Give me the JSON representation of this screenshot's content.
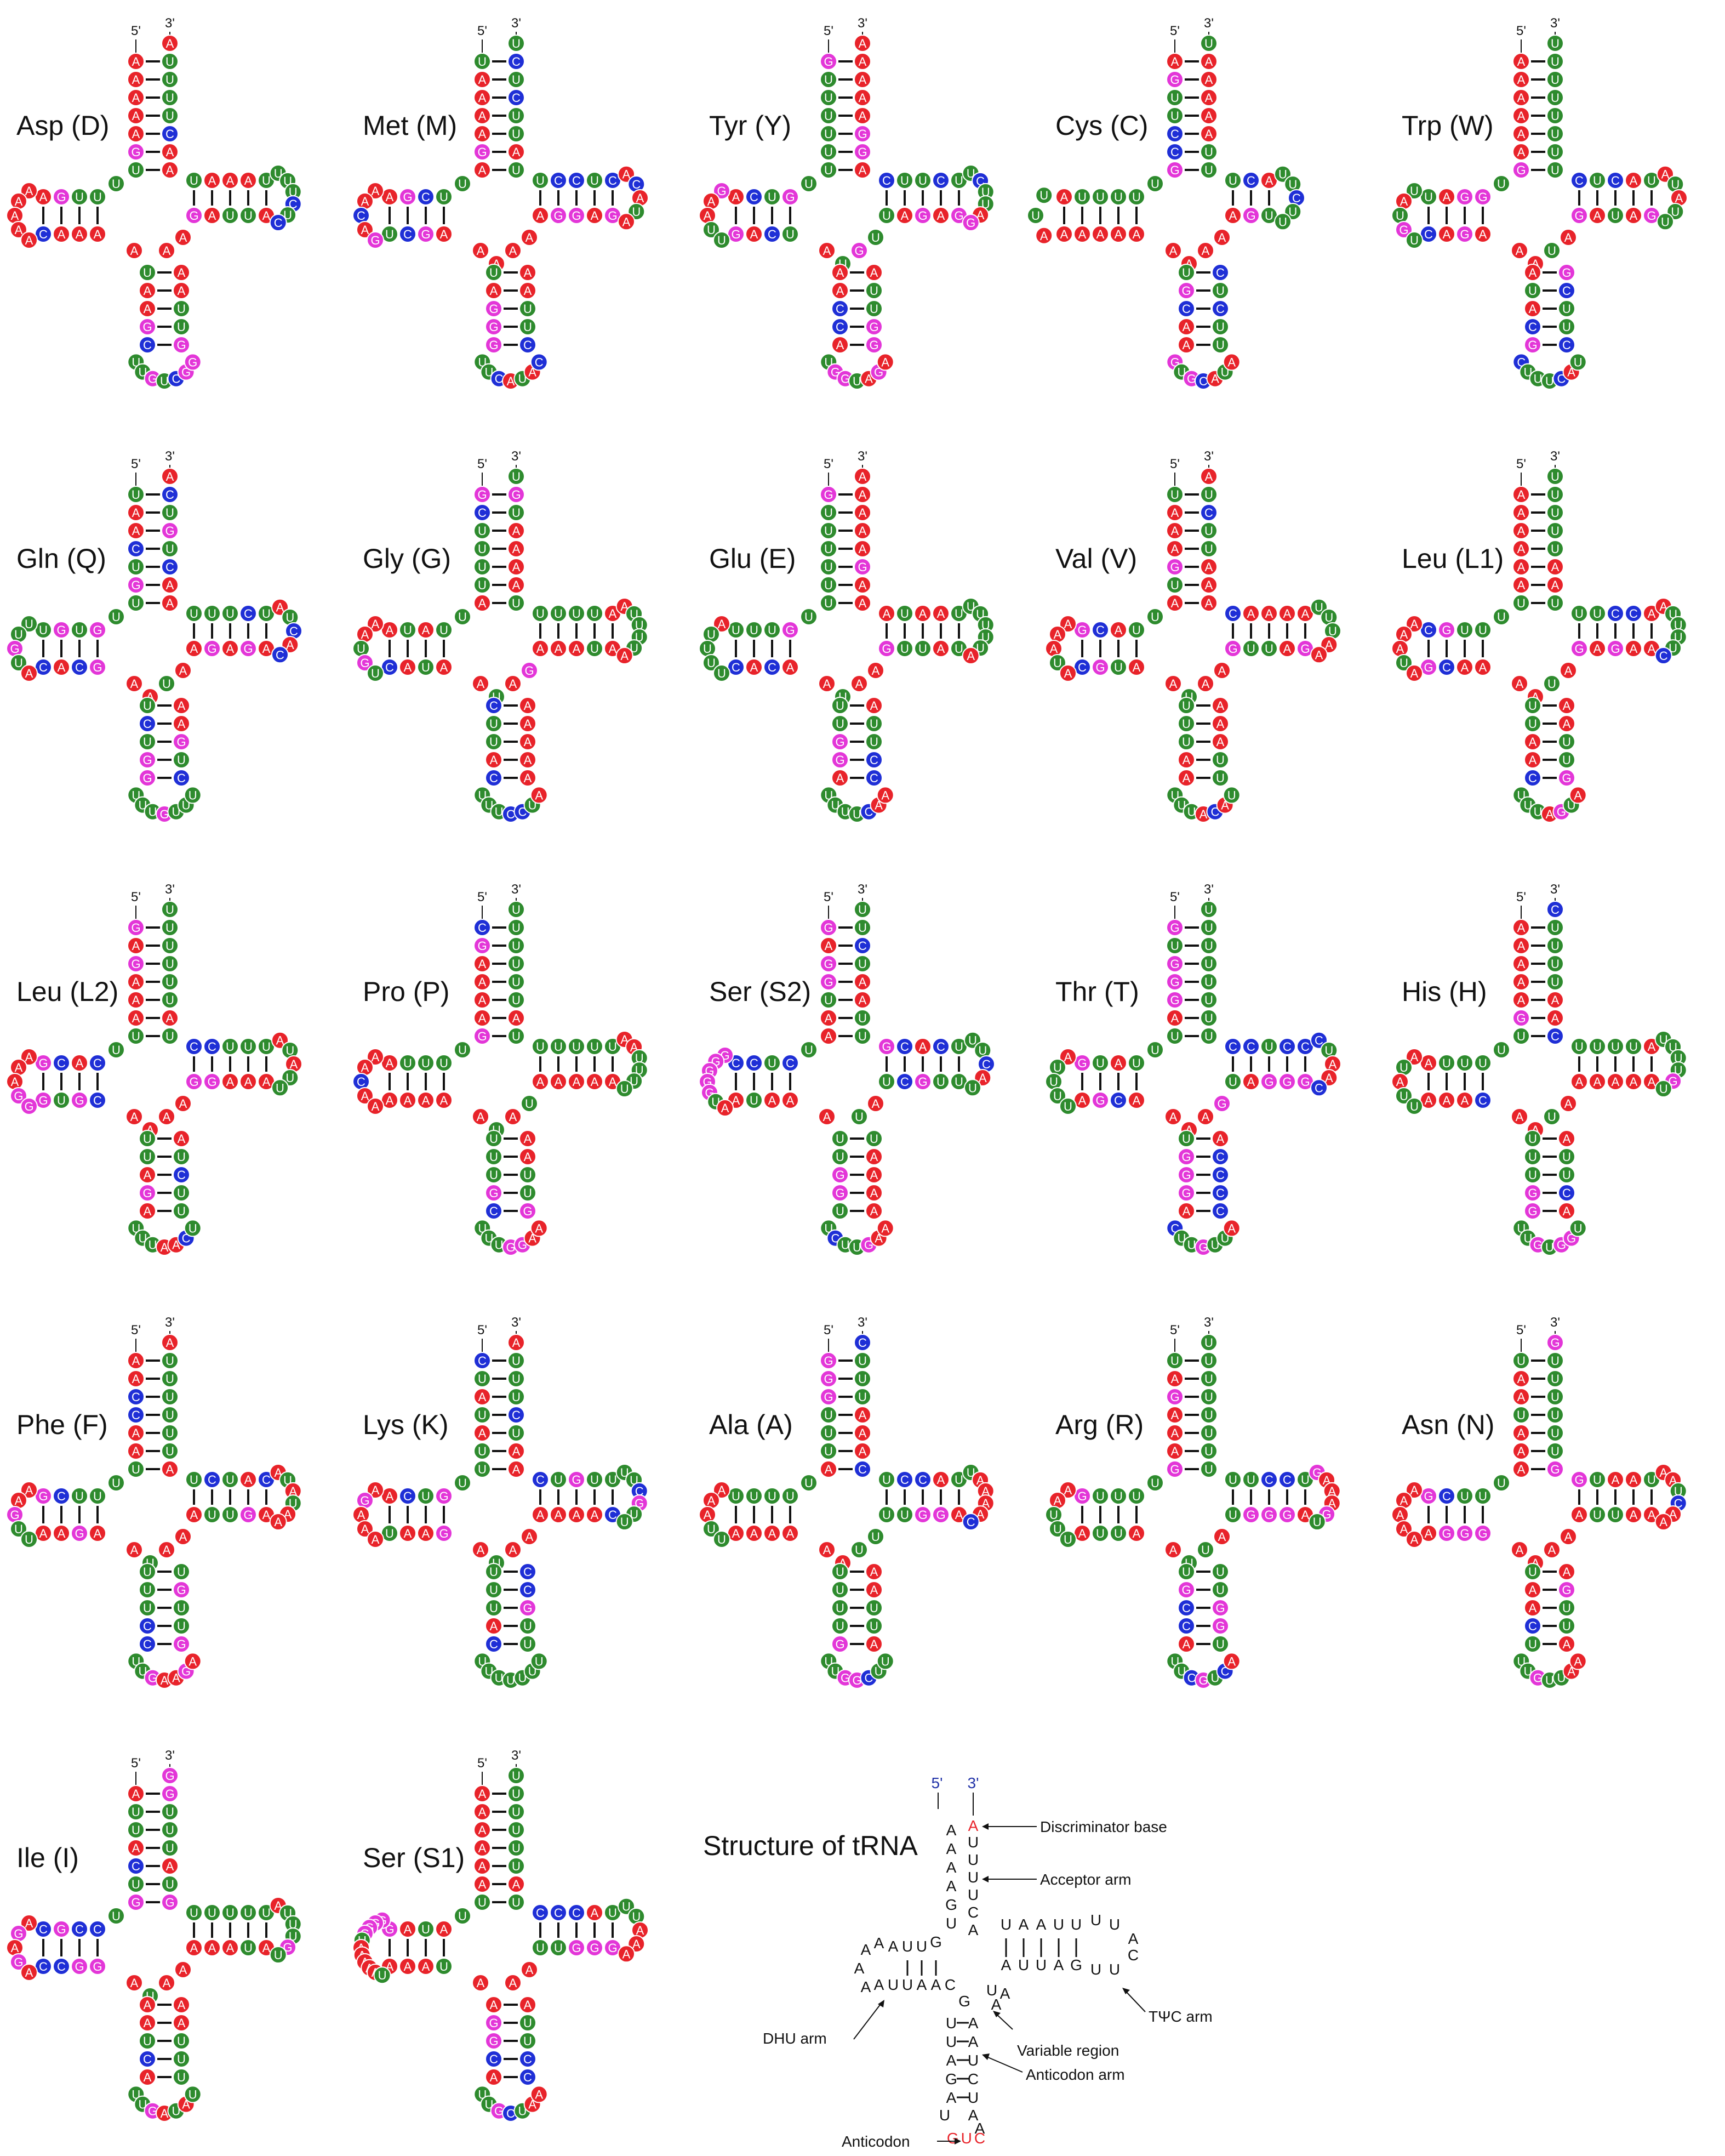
{
  "colors": {
    "A": "#e8232a",
    "U": "#2e8b2e",
    "G": "#e336d8",
    "C": "#1f2fd6",
    "outline": "#ffffff",
    "text": "#111111",
    "highlight": "#e8232a",
    "terminus": "#2233a8"
  },
  "terminus_labels": {
    "five_prime": "5'",
    "three_prime": "3'"
  },
  "trnas": [
    {
      "label": "Asp (D)",
      "acceptor5": "AAAAAGU",
      "acceptor3": "AUUUUCA",
      "dhu5": "UUGA",
      "dhu_loop": "AAAAA",
      "dhu3": "CAAA",
      "ac5": "UAAGC",
      "ac_loop": "UUGUCGG",
      "ac3": "GUUAA",
      "var": "AA",
      "tc5": "AUUAG",
      "tc_loop": "UUUCUC",
      "tc3": "UAAAU"
    },
    {
      "label": "Met (M)",
      "acceptor5": "UAAAAGA",
      "acceptor3": "UCUCUUA",
      "dhu5": "UCGA",
      "dhu_loop": "AACAG",
      "dhu3": "UCGA",
      "ac5": "UAGGG",
      "ac_loop": "UUCAUAC",
      "ac3": "CUUAA",
      "var": "AAA",
      "tc5": "GAGGA",
      "tc_loop": "ACAUA",
      "tc3": "UCCUC"
    },
    {
      "label": "Tyr (Y)",
      "acceptor5": "GUUUUUU",
      "acceptor3": "AAAAAGG",
      "dhu5": "GUCA",
      "dhu_loop": "GAAUU",
      "dhu3": "GACU",
      "ac5": "AACCA",
      "ac_loop": "UGGUAGA",
      "ac3": "GGUUA",
      "var": "UGU",
      "tc5": "GAGAU",
      "tc_loop": "UCUUAG",
      "tc3": "CUUCU"
    },
    {
      "label": "Cys (C)",
      "acceptor5": "AGUUCCG",
      "acceptor3": "UAAAAAU",
      "dhu5": "UUUUA",
      "dhu_loop": "UUA",
      "dhu3": "AAAA",
      "ac5": "UGCAA",
      "ac_loop": "GUGCAUA",
      "ac3": "UUCUC",
      "var": "AAA",
      "tc5": "UGA",
      "tc_loop": "UUCUU",
      "tc3": "UCA"
    },
    {
      "label": "Trp (W)",
      "acceptor5": "AAAAAAG",
      "acceptor3": "UUUUUUU",
      "dhu5": "GGAU",
      "dhu_loop": "UAUGU",
      "dhu3": "CAGA",
      "ac5": "AUACG",
      "ac_loop": "CUUUCAU",
      "ac3": "CUUCG",
      "var": "AUA",
      "tc5": "GAUAG",
      "tc_loop": "AUAUU",
      "tc3": "CUCAU"
    },
    {
      "label": "Gln (Q)",
      "acceptor5": "UAACUGU",
      "acceptor3": "ACUGUCA",
      "dhu5": "GUGU",
      "dhu_loop": "UUGUA",
      "dhu3": "CACG",
      "ac5": "UCUGG",
      "ac_loop": "UUUGUUU",
      "ac3": "CUGAA",
      "var": "AUA",
      "tc5": "AGAGA",
      "tc_loop": "AUCAC",
      "tc3": "UUUCU"
    },
    {
      "label": "Gly (G)",
      "acceptor5": "GCUUUUA",
      "acceptor3": "UGUAAAA",
      "dhu5": "UAUA",
      "dhu_loop": "AAUGU",
      "dhu3": "CAUA",
      "ac5": "CUUAC",
      "ac_loop": "UUUCCUA",
      "ac3": "AAAAA",
      "var": "GAU",
      "tc5": "AUAAA",
      "tc_loop": "AUUUUA",
      "tc3": "UUUUA"
    },
    {
      "label": "Glu (E)",
      "acceptor5": "GUUUUUU",
      "acceptor3": "AAAAAGA",
      "dhu5": "GUUU",
      "dhu_loop": "AUUUU",
      "dhu3": "CACA",
      "ac5": "UUGGA",
      "ac_loop": "UUUUCAA",
      "ac3": "CCUUA",
      "var": "AAU",
      "tc5": "UAUUG",
      "tc_loop": "UUUUUA",
      "tc3": "AUAAU"
    },
    {
      "label": "Val (V)",
      "acceptor5": "UAAAGUA",
      "acceptor3": "AUCUUAA",
      "dhu5": "UACG",
      "dhu_loop": "AAAUA",
      "dhu3": "CGUA",
      "ac5": "UUUAA",
      "ac_loop": "UUUACAU",
      "ac3": "UUAAA",
      "var": "AAU",
      "tc5": "GAUUG",
      "tc_loop": "UUUAA",
      "tc3": "CAAAA"
    },
    {
      "label": "Leu (L1)",
      "acceptor5": "AAAAAAU",
      "acceptor3": "UUUUUAA",
      "dhu5": "UUGC",
      "dhu_loop": "AAAUA",
      "dhu3": "GCAA",
      "ac5": "UUAAC",
      "ac_loop": "UUUAGUA",
      "ac3": "GUUAA",
      "var": "AUA",
      "tc5": "AAGAG",
      "tc_loop": "AUUUUC",
      "tc3": "UUCCA"
    },
    {
      "label": "Leu (L2)",
      "acceptor5": "GAGAAAU",
      "acceptor3": "UUUUUUA",
      "dhu5": "CACG",
      "dhu_loop": "AAAGG",
      "dhu3": "GUGC",
      "ac5": "UUAGA",
      "ac_loop": "UUUAACU",
      "ac3": "UUCUA",
      "var": "AAA",
      "tc5": "AAAGG",
      "tc_loop": "AUAUU",
      "tc3": "CCUUU"
    },
    {
      "label": "Pro (P)",
      "acceptor5": "CGAAAAG",
      "acceptor3": "UUUUUUA",
      "dhu5": "UUUA",
      "dhu_loop": "AACAA",
      "dhu3": "AAAA",
      "ac5": "UUUGC",
      "ac_loop": "UUUGGAA",
      "ac3": "GUUAA",
      "var": "UAU",
      "tc5": "AAAAA",
      "tc_loop": "AAUUUU",
      "tc3": "UUUUU"
    },
    {
      "label": "Ser (S2)",
      "acceptor5": "GAGGUAA",
      "acceptor3": "UUCUAAU",
      "dhu5": "CUCC",
      "dhu_loop": "GGGGGUA",
      "dhu3": "AUAA",
      "ac5": "UUGGU",
      "ac_loop": "UCUUGAA",
      "ac3": "AAAAU",
      "var": "AU",
      "tc5": "UUGCU",
      "tc_loop": "UUCAU",
      "tc3": "GCACU"
    },
    {
      "label": "Thr (T)",
      "acceptor5": "GUGGGAU",
      "acceptor3": "UUUUUUU",
      "dhu5": "UAUG",
      "dhu_loop": "AUUUU",
      "dhu3": "AGCA",
      "ac5": "UGGGA",
      "ac_loop": "CUUGUUA",
      "ac3": "CCCCA",
      "var": "GAA",
      "tc5": "GGGAU",
      "tc_loop": "CUAAC",
      "tc3": "CCUCC"
    },
    {
      "label": "His (H)",
      "acceptor5": "AAAAAGU",
      "acceptor3": "CUUUUAA",
      "dhu5": "UUUA",
      "dhu_loop": "AUAUU",
      "dhu3": "AAAC",
      "ac5": "UUUGG",
      "ac_loop": "UUGUGGU",
      "ac3": "ACUUA",
      "var": "AUA",
      "tc5": "AAAAA",
      "tc_loop": "UUUUGU",
      "tc3": "UUUUA"
    },
    {
      "label": "Phe (F)",
      "acceptor5": "AACCAAU",
      "acceptor3": "AUUUUUU",
      "dhu5": "UUCG",
      "dhu_loop": "AAGUU",
      "dhu3": "AAGA",
      "ac5": "UUUCC",
      "ac_loop": "UUGAAGA",
      "ac3": "GUUGU",
      "var": "AAU",
      "tc5": "AGUUA",
      "tc_loop": "AUAUAA",
      "tc3": "UCUAC"
    },
    {
      "label": "Lys (K)",
      "acceptor5": "CUAUAUU",
      "acceptor3": "AUUUCUA",
      "dhu5": "GUCA",
      "dhu_loop": "AGAAA",
      "dhu3": "UAAG",
      "ac5": "UUUAC",
      "ac_loop": "UUUUUUU",
      "ac3": "UUGCC",
      "var": "AAU",
      "tc5": "CAAAA",
      "tc_loop": "UUCGUU",
      "tc3": "CUGUU"
    },
    {
      "label": "Ala (A)",
      "acceptor5": "GGGUUUA",
      "acceptor3": "CUUUAAA",
      "dhu5": "UUUU",
      "dhu_loop": "AAAUU",
      "dhu3": "AAAA",
      "ac5": "UUUUG",
      "ac_loop": "UUGGCUU",
      "ac3": "AUUAA",
      "var": "UUA",
      "tc5": "AGGUU",
      "tc_loop": "UAAAAC",
      "tc3": "UCCAU"
    },
    {
      "label": "Arg (R)",
      "acceptor5": "UAGAAAG",
      "acceptor3": "UUUUUUU",
      "dhu5": "UUUG",
      "dhu_loop": "AAUUU",
      "dhu3": "AUUA",
      "ac5": "UGCCA",
      "ac_loop": "UUCGUCA",
      "ac3": "UGGUU",
      "var": "AUU",
      "tc5": "AGGGU",
      "tc_loop": "GAAAGU",
      "tc3": "UUCCU"
    },
    {
      "label": "Asn (N)",
      "acceptor5": "UAAUAAA",
      "acceptor3": "GUUUUUU",
      "dhu5": "UUCG",
      "dhu_loop": "AAAAA",
      "dhu3": "AGGG",
      "ac5": "UAACU",
      "ac_loop": "UUGUUAA",
      "ac3": "AUUGA",
      "var": "AAA",
      "tc5": "AAUUA",
      "tc_loop": "AAUCAA",
      "tc3": "GUAAU"
    },
    {
      "label": "Ile (I)",
      "acceptor5": "AUUACUG",
      "acceptor3": "GGUUUAU",
      "dhu5": "CCGC",
      "dhu_loop": "AGAGA",
      "dhu3": "CCGG",
      "ac5": "AAUCA",
      "ac_loop": "UUGAUAU",
      "ac3": "UUUAA",
      "var": "AAU",
      "tc5": "AUAAA",
      "tc_loop": "AUUUGU",
      "tc3": "UUUUU"
    },
    {
      "label": "Ser (S1)",
      "acceptor5": "AAAAAAU",
      "acceptor3": "UUUUUUA",
      "dhu5": "AUAG",
      "dhu_loop": "GGGGUAAAAAU",
      "dhu3": "AAAU",
      "ac5": "AGGCA",
      "ac_loop": "UUGCUAA",
      "ac3": "CCUUA",
      "var": "AA",
      "tc5": "GGGUU",
      "tc_loop": "UUAAA",
      "tc3": "CCCAU"
    }
  ],
  "structure_panel": {
    "title": "Structure of tRNA",
    "five_prime": "5'",
    "three_prime": "3'",
    "discriminator": "A",
    "anticodon": "GUC",
    "labels": {
      "discriminator": "Discriminator base",
      "acceptor": "Acceptor arm",
      "tpsic": "TΨC arm",
      "dhu": "DHU arm",
      "variable": "Variable region",
      "anticodon_arm": "Anticodon arm",
      "anticodon": "Anticodon"
    }
  }
}
